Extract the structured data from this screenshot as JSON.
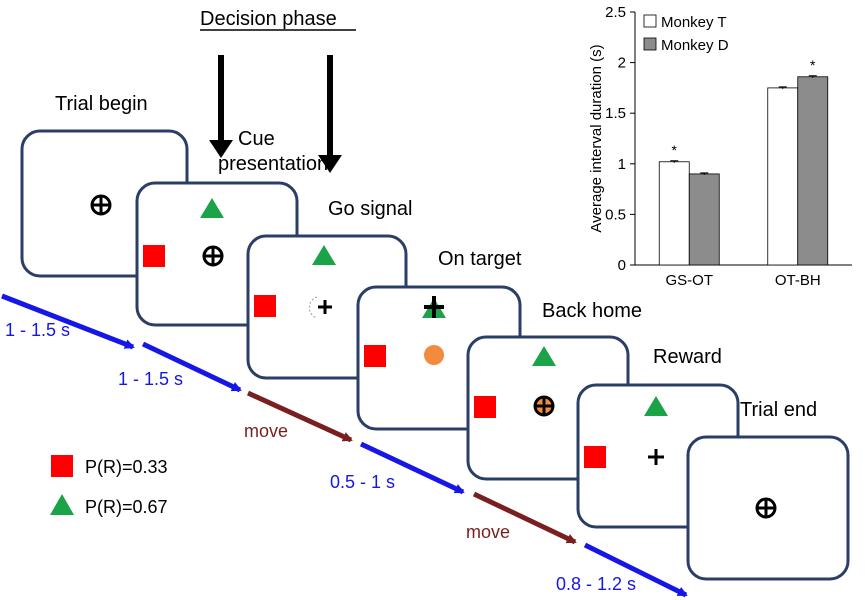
{
  "colors": {
    "frame": "#2b3e66",
    "red": "#ff0000",
    "green": "#1aa447",
    "orange": "#f28b3c",
    "timing_arrow": "#1616e6",
    "move_arrow": "#7a1f1f",
    "timing_text": "#1616e6",
    "move_text": "#7a1f1f",
    "bar_monkey_t": "#ffffff",
    "bar_monkey_d": "#8c8c8c"
  },
  "header": {
    "decision_phase": "Decision phase"
  },
  "stage_labels": {
    "trial_begin": "Trial begin",
    "cue_line1": "Cue",
    "cue_line2": "presentation",
    "go_signal": "Go signal",
    "on_target": "On target",
    "back_home": "Back home",
    "reward": "Reward",
    "trial_end": "Trial end"
  },
  "intervals": {
    "t1": "1 - 1.5 s",
    "t2": "1 - 1.5 s",
    "move1": "move",
    "t3": "0.5 - 1 s",
    "move2": "move",
    "t4": "0.8 - 1.2 s"
  },
  "legend": {
    "red_square": "P(R)=0.33",
    "green_triangle": "P(R)=0.67"
  },
  "chart_data": {
    "type": "bar",
    "categories": [
      "GS-OT",
      "OT-BH"
    ],
    "series": [
      {
        "name": "Monkey T",
        "values": [
          1.02,
          1.75
        ],
        "errors": [
          0.01,
          0.01
        ]
      },
      {
        "name": "Monkey D",
        "values": [
          0.9,
          1.86
        ],
        "errors": [
          0.01,
          0.01
        ]
      }
    ],
    "ylabel": "Average interval duration (s)",
    "ylim": [
      0,
      2.5
    ],
    "yticks": [
      "0",
      "0.5",
      "1",
      "1.5",
      "2",
      "2.5"
    ],
    "significance": [
      {
        "category": "GS-OT",
        "series": "Monkey T",
        "mark": "*"
      },
      {
        "category": "OT-BH",
        "series": "Monkey D",
        "mark": "*"
      }
    ],
    "legend_position": "top-left"
  }
}
